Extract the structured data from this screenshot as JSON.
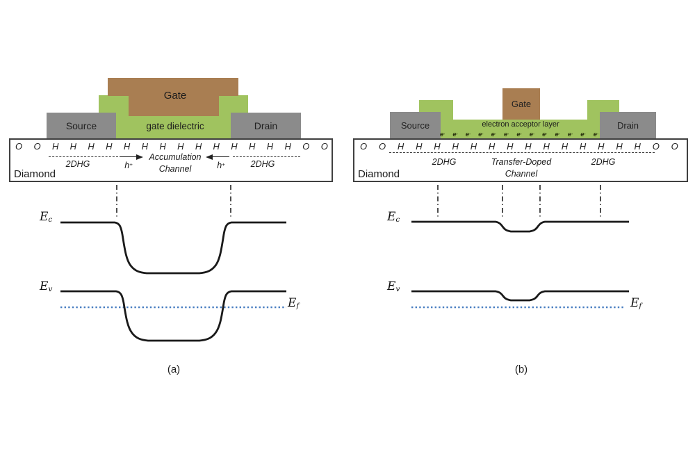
{
  "colors": {
    "dielectric_green": "#a0c35f",
    "gate_brown": "#a97e52",
    "contact_gray": "#8b8b8b",
    "band_line_black": "#1a1a1a",
    "fermi_blue": "#4a7fc1"
  },
  "panel_a": {
    "caption": "(a)",
    "device": {
      "gate": "Gate",
      "dielectric": "gate dielectric",
      "source": "Source",
      "drain": "Drain",
      "substrate": "Diamond",
      "surface_atoms": [
        "O",
        "O",
        "H",
        "H",
        "H",
        "H",
        "H",
        "H",
        "H",
        "H",
        "H",
        "H",
        "H",
        "H",
        "H",
        "H",
        "O",
        "O"
      ],
      "left_2dhg": "2DHG",
      "right_2dhg": "2DHG",
      "hole_base": "h",
      "hole_sup": "+",
      "channel_line1": "Accumulation",
      "channel_line2": "Channel"
    },
    "bands": {
      "ec_base": "E",
      "ec_sub": "c",
      "ev_base": "E",
      "ev_sub": "v",
      "ef_base": "E",
      "ef_sub": "f"
    }
  },
  "panel_b": {
    "caption": "(b)",
    "device": {
      "gate": "Gate",
      "acceptor": "electron acceptor layer",
      "source": "Source",
      "drain": "Drain",
      "substrate": "Diamond",
      "surface_atoms": [
        "O",
        "O",
        "H",
        "H",
        "H",
        "H",
        "H",
        "H",
        "H",
        "H",
        "H",
        "H",
        "H",
        "H",
        "H",
        "H",
        "O",
        "O"
      ],
      "electrons": [
        "e",
        "e",
        "e",
        "e",
        "e",
        "e",
        "e",
        "e",
        "e",
        "e",
        "e",
        "e",
        "e"
      ],
      "electron_sup": "-",
      "left_2dhg": "2DHG",
      "right_2dhg": "2DHG",
      "channel_line1": "Transfer-Doped",
      "channel_line2": "Channel"
    },
    "bands": {
      "ec_base": "E",
      "ec_sub": "c",
      "ev_base": "E",
      "ev_sub": "v",
      "ef_base": "E",
      "ef_sub": "f"
    }
  }
}
